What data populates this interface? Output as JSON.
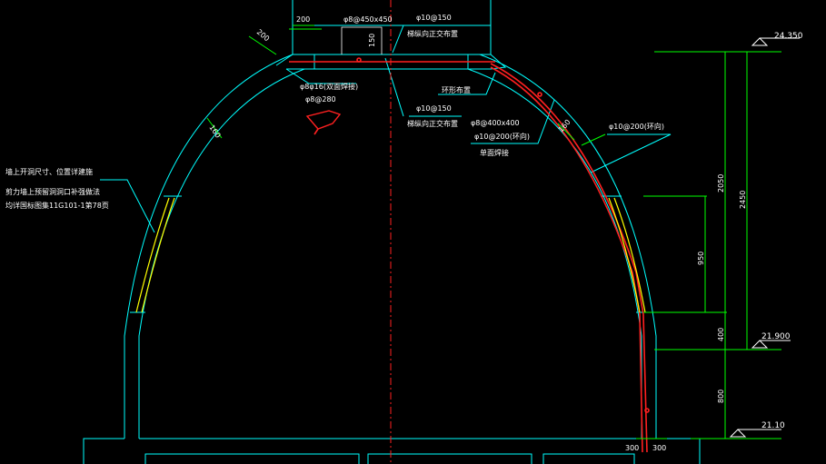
{
  "colors": {
    "background": "#000000",
    "outline": "#00ffff",
    "rebar": "#ff2020",
    "dimension": "#00ff00",
    "centerline": "#ff2020",
    "reinforcement": "#ffff00",
    "text": "#ffffff"
  },
  "elevations": {
    "top": "24.350",
    "mid": "21.900",
    "bottom": "21.10"
  },
  "dimensions": {
    "d2050": "2050",
    "d2450": "2450",
    "d950": "950",
    "d400": "400",
    "d800": "800",
    "d200a": "200",
    "d200b": "200",
    "d150": "150",
    "d160a": "160",
    "d160b": "160",
    "d300a": "300",
    "d300b": "300"
  },
  "annotations": {
    "top_rebar_a": "φ8@450x450",
    "top_rebar_b": "φ10@150",
    "top_dir": "梯纵向正交布置",
    "left_rebar_a": "φ8φ16(双面焊接)",
    "left_rebar_b": "φ8@280",
    "ring_layout": "环形布置",
    "mid_rebar": "φ10@150",
    "mid_dir": "梯纵向正交布置",
    "right_rebar_a": "φ8@400x400",
    "right_rebar_b": "φ10@200(环向)",
    "right_weld": "单面焊接",
    "far_right_rebar": "φ10@200(环向)",
    "wall_note_1": "墙上开洞尺寸、位置详建施",
    "wall_note_2": "剪力墙上预留洞洞口补强做法",
    "wall_note_3": "均详国标图集11G101-1第78页"
  }
}
